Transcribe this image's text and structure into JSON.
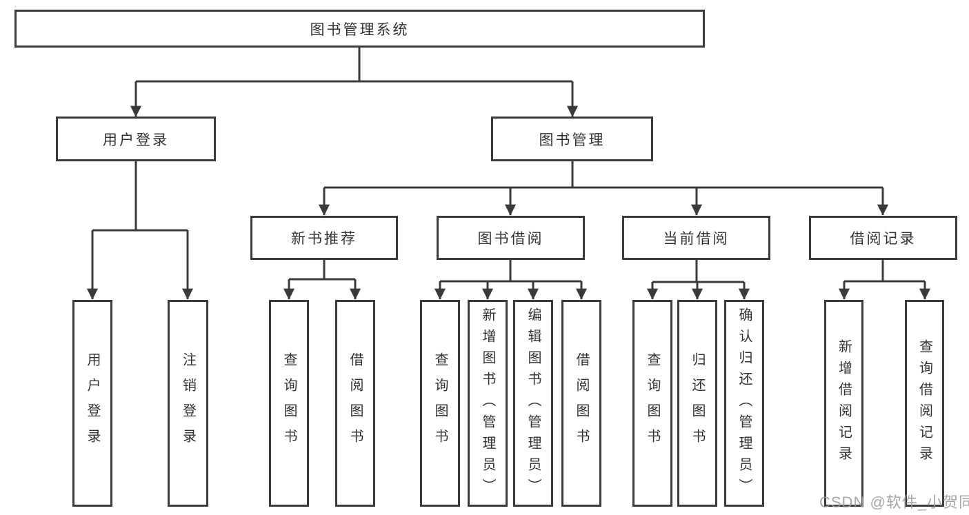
{
  "tree": {
    "root": {
      "label": "图书管理系统"
    },
    "branches": [
      {
        "label": "用户登录",
        "children": [
          {
            "label": "用户登录"
          },
          {
            "label": "注销登录"
          }
        ]
      },
      {
        "label": "图书管理",
        "children": [
          {
            "label": "新书推荐",
            "children": [
              {
                "label": "查询图书"
              },
              {
                "label": "借阅图书"
              }
            ]
          },
          {
            "label": "图书借阅",
            "children": [
              {
                "label": "查询图书"
              },
              {
                "label": "新增图书（管理员）"
              },
              {
                "label": "编辑图书（管理员）"
              },
              {
                "label": "借阅图书"
              }
            ]
          },
          {
            "label": "当前借阅",
            "children": [
              {
                "label": "查询图书"
              },
              {
                "label": "归还图书"
              },
              {
                "label": "确认归还（管理员）"
              }
            ]
          },
          {
            "label": "借阅记录",
            "children": [
              {
                "label": "新增借阅记录"
              },
              {
                "label": "查询借阅记录"
              }
            ]
          }
        ]
      }
    ]
  },
  "watermark": {
    "text": "CSDN @软件_小贺同学"
  },
  "colors": {
    "line": "#3a3a3a",
    "border": "#3b3b3b",
    "text": "#333333",
    "box_background": "#ffffff",
    "watermark": "#9b9b9b",
    "page_background": "#ffffff"
  }
}
